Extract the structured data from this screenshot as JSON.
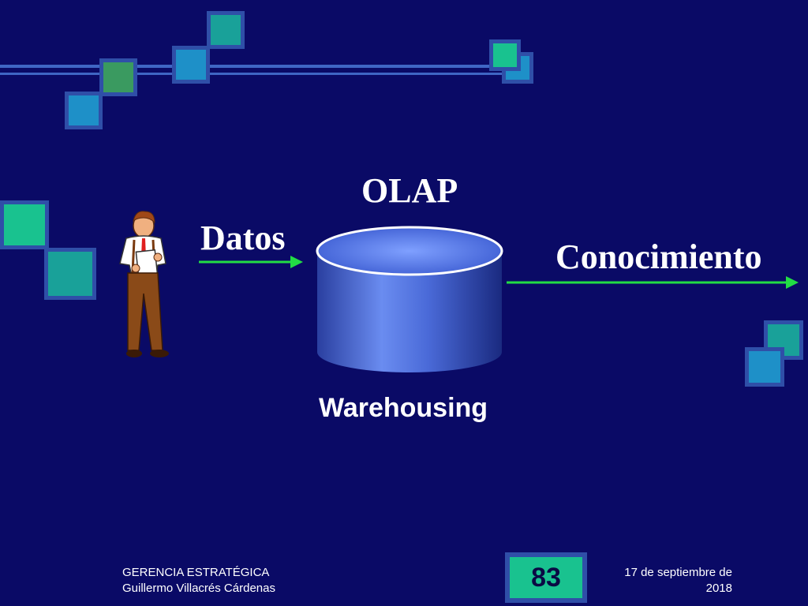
{
  "diagram": {
    "datos_label": "Datos",
    "olap_label": "OLAP",
    "conocimiento_label": "Conocimiento",
    "warehousing_label": "Warehousing"
  },
  "footer": {
    "course": "GERENCIA ESTRATÉGICA",
    "author": "Guillermo Villacrés Cárdenas",
    "page_number": "83",
    "date_line1": "17 de septiembre de",
    "date_line2": "2018"
  },
  "colors": {
    "background": "#0a0a66",
    "arrow": "#22dd44",
    "cylinder": "#4a6fe0",
    "square_border": "#2f4fa8"
  }
}
